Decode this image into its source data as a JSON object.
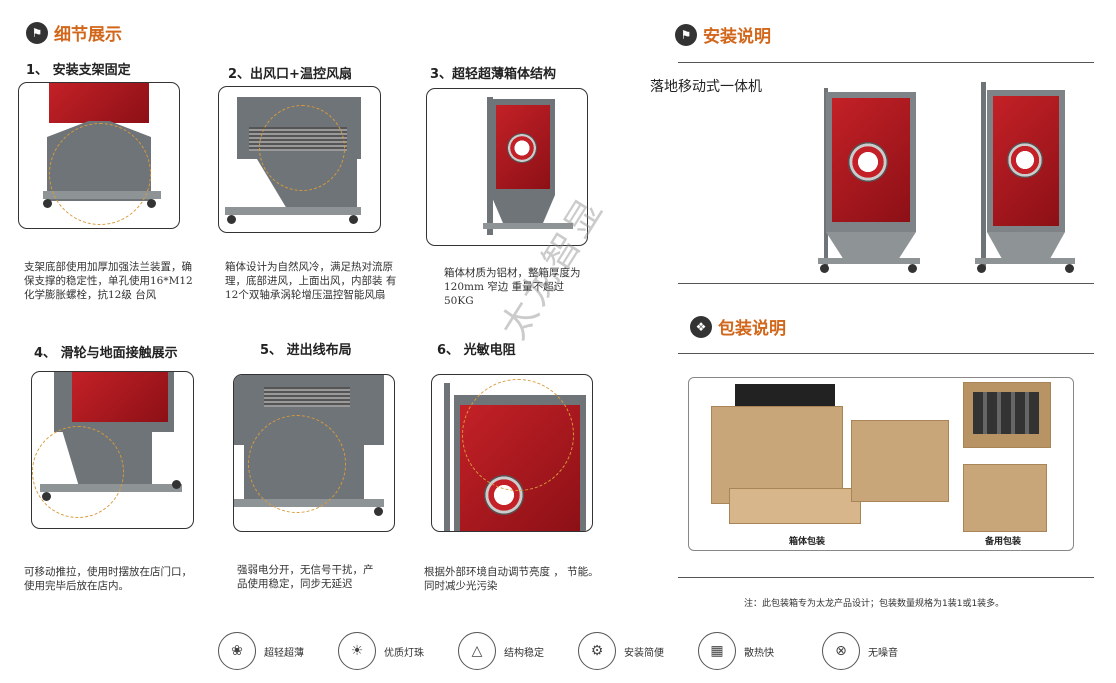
{
  "left": {
    "title": "细节展示",
    "items": [
      {
        "title": "1、 安装支架固定",
        "desc": "支架底部使用加厚加强法兰装置，确保支撑的稳定性，单孔使用16*M12化学膨胀螺栓，抗12级 台风"
      },
      {
        "title": "2、出风口+温控风扇",
        "desc": "箱体设计为自然风冷，满足热对流原 理，底部进风，上面出风，内部装 有12个双轴承涡轮增压温控智能风扇"
      },
      {
        "title": "3、超轻超薄箱体结构",
        "desc": "箱体材质为铝材，整箱厚度为120mm 窄边 重量不超过50KG"
      },
      {
        "title": "4、 滑轮与地面接触展示",
        "desc": "可移动推拉，使用时摆放在店门口，使用完毕后放在店内。"
      },
      {
        "title": "5、 进出线布局",
        "desc": "强弱电分开，无信号干扰，产品使用稳定，同步无延迟"
      },
      {
        "title": "6、 光敏电阻",
        "desc": "根据外部环境自动调节亮度 ， 节能。同时减少光污染"
      }
    ]
  },
  "watermark": "太龙智显",
  "install": {
    "title": "安装说明",
    "label": "落地移动式一体机"
  },
  "package": {
    "title": "包装说明",
    "box_label": "箱体包装",
    "spare_label": "备用包装",
    "note": "注：此包装箱专为太龙产品设计；包装数量规格为1装1或1装多。"
  },
  "features": [
    {
      "icon": "feather-icon",
      "label": "超轻超薄"
    },
    {
      "icon": "bulb-icon",
      "label": "优质灯珠"
    },
    {
      "icon": "triangle-icon",
      "label": "结构稳定"
    },
    {
      "icon": "gears-icon",
      "label": "安装简便"
    },
    {
      "icon": "heatsink-icon",
      "label": "散热快"
    },
    {
      "icon": "mute-icon",
      "label": "无噪音"
    }
  ],
  "colors": {
    "accent": "#d2661a",
    "screen_red": "#c32127"
  }
}
